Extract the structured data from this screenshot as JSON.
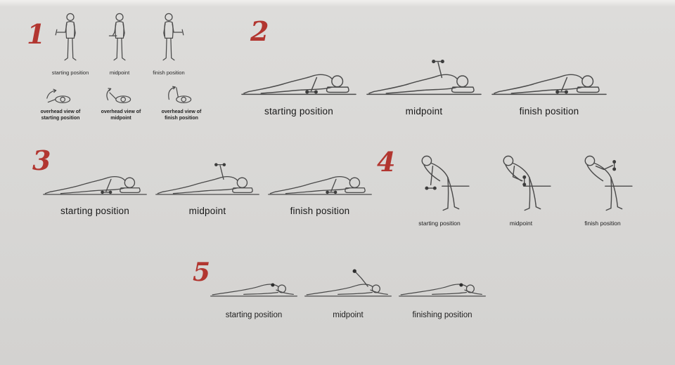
{
  "page": {
    "background": "#d8d7d5",
    "ink": "#4a4a4a",
    "text_color": "#1c1c1c",
    "accent": "#b23630"
  },
  "exercises": [
    {
      "number": "1",
      "labels": [
        "starting position",
        "midpoint",
        "finish position"
      ],
      "overhead_labels": [
        "overhead view of starting position",
        "overhead view of midpoint",
        "overhead view of finish position"
      ]
    },
    {
      "number": "2",
      "labels": [
        "starting position",
        "midpoint",
        "finish position"
      ]
    },
    {
      "number": "3",
      "labels": [
        "starting position",
        "midpoint",
        "finish position"
      ]
    },
    {
      "number": "4",
      "labels": [
        "starting position",
        "midpoint",
        "finish position"
      ]
    },
    {
      "number": "5",
      "labels": [
        "starting position",
        "midpoint",
        "finishing position"
      ]
    }
  ]
}
